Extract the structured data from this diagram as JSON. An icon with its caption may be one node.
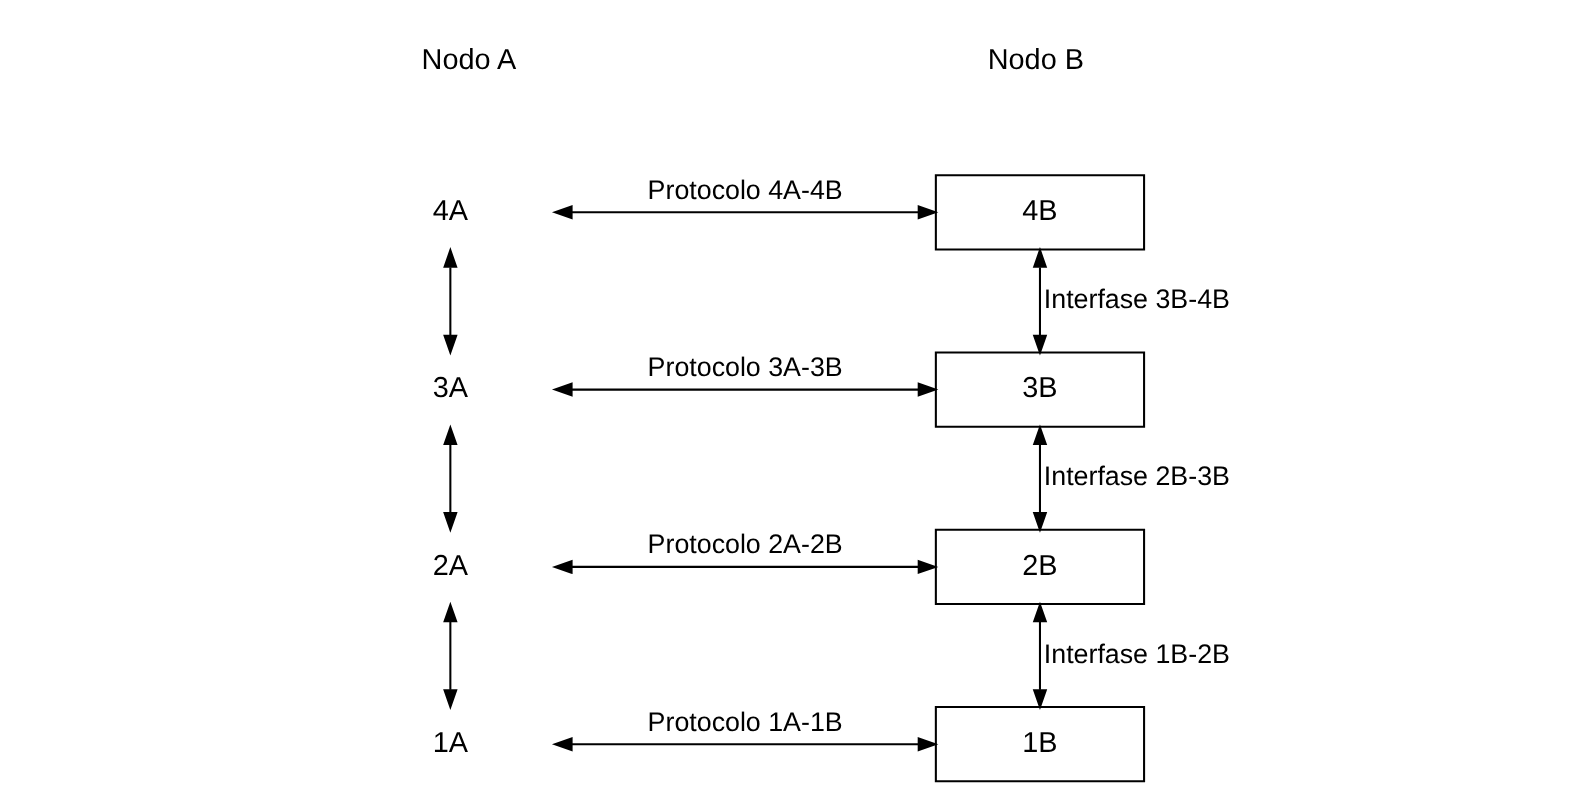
{
  "diagram": {
    "nodes": [
      {
        "text": [
          "4A"
        ]
      },
      {
        "text": [
          "4B"
        ]
      },
      {
        "text": [
          "3A"
        ]
      },
      {
        "text": [
          "3B"
        ]
      },
      {
        "text": [
          "2A"
        ]
      },
      {
        "text": [
          "2B"
        ]
      },
      {
        "text": [
          "1A"
        ]
      },
      {
        "text": [
          "1B"
        ]
      }
    ],
    "edges": [
      {
        "from": 0,
        "to": 1,
        "arrow": "both",
        "label": "Protocolo 4A-4B"
      },
      {
        "from": 2,
        "to": 3,
        "arrow": "both",
        "label": "Protocolo 3A-3B"
      },
      {
        "from": 4,
        "to": 5,
        "arrow": "both",
        "label": "Protocolo 2A-2B"
      },
      {
        "from": 6,
        "to": 7,
        "arrow": "both",
        "label": "Protocolo 1A-1B"
      },
      {
        "from": 0,
        "to": 2,
        "arrow": "both"
      },
      {
        "from": 2,
        "to": 4,
        "arrow": "both"
      },
      {
        "from": 4,
        "to": 6,
        "arrow": "both"
      },
      {
        "from": 1,
        "to": 3,
        "arrow": "both",
        "label": "Interfase 3B-4B"
      },
      {
        "from": 3,
        "to": 5,
        "arrow": "both",
        "label": "Interfase 2B-3B"
      },
      {
        "from": 5,
        "to": 7,
        "arrow": "both",
        "label": "Interfase 1B-2B"
      }
    ],
    "labels": [
      "Nodo A",
      "Nodo B"
    ]
  }
}
